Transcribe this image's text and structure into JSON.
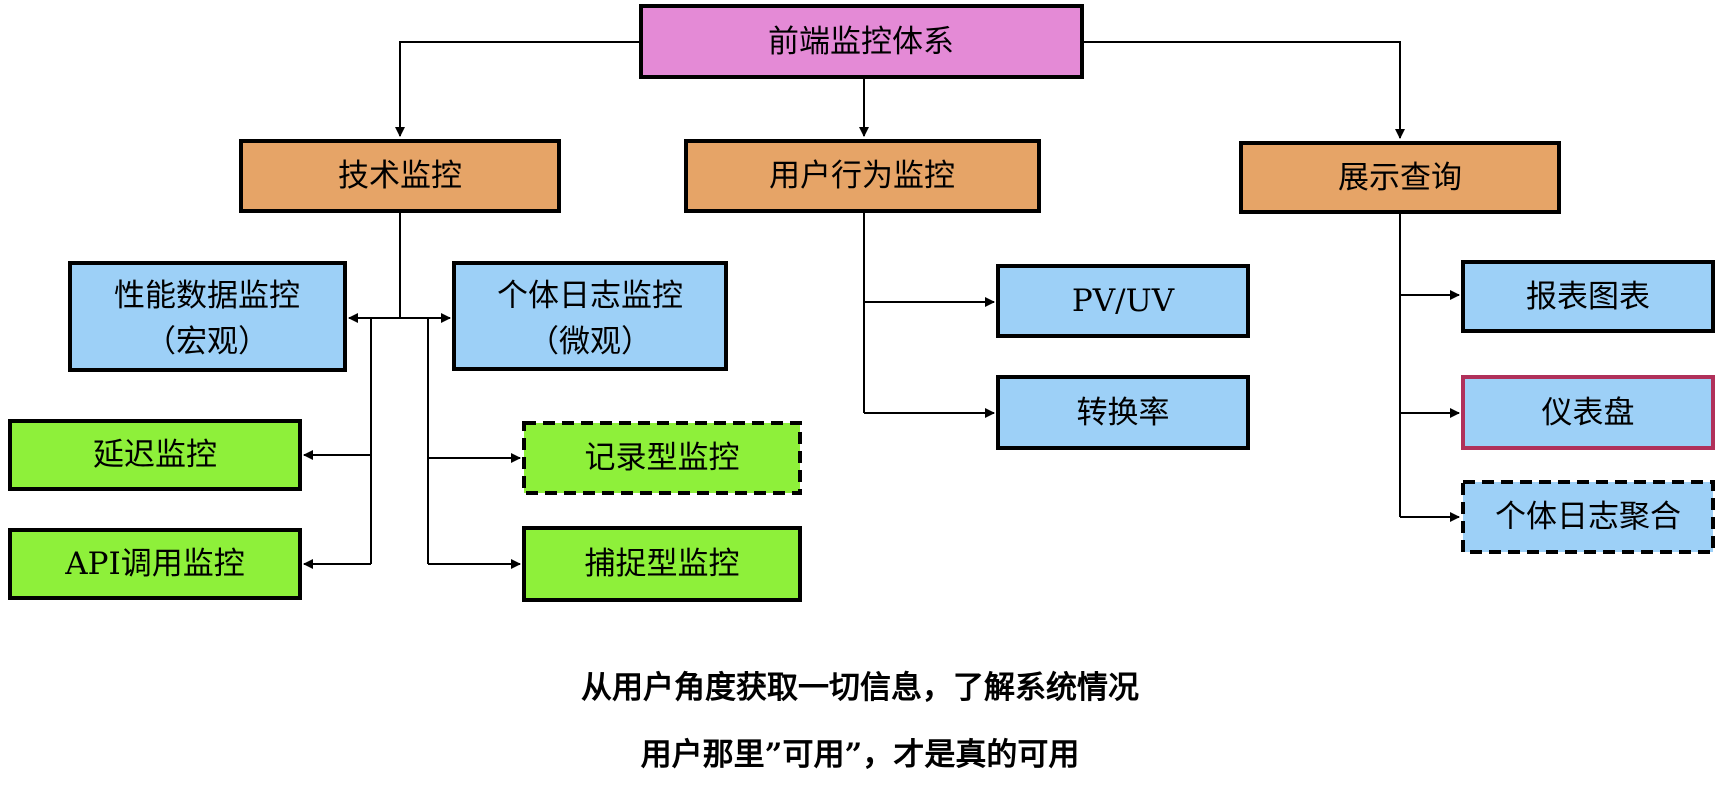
{
  "colors": {
    "root": "#e48ad6",
    "category": "#e6a467",
    "blue": "#9dd0f7",
    "green": "#8ef03a",
    "border": "#000000",
    "highlight_border": "#b0305a"
  },
  "nodes": {
    "root": {
      "label": "前端监控体系"
    },
    "tech": {
      "label": "技术监控"
    },
    "behavior": {
      "label": "用户行为监控"
    },
    "display": {
      "label": "展示查询"
    },
    "perf": {
      "line1": "性能数据监控",
      "line2": "（宏观）"
    },
    "log": {
      "line1": "个体日志监控",
      "line2": "（微观）"
    },
    "delay": {
      "label": "延迟监控"
    },
    "api": {
      "label": "API调用监控"
    },
    "record": {
      "label": "记录型监控",
      "style": "dashed"
    },
    "capture": {
      "label": "捕捉型监控"
    },
    "pvuv": {
      "label": "PV/UV"
    },
    "conversion": {
      "label": "转换率"
    },
    "report": {
      "label": "报表图表"
    },
    "dashboard": {
      "label": "仪表盘",
      "style": "highlight"
    },
    "aggregate": {
      "label": "个体日志聚合",
      "style": "dashed"
    }
  },
  "captions": {
    "line1": "从用户角度获取一切信息，了解系统情况",
    "line2": "用户那里”可用”，才是真的可用"
  }
}
